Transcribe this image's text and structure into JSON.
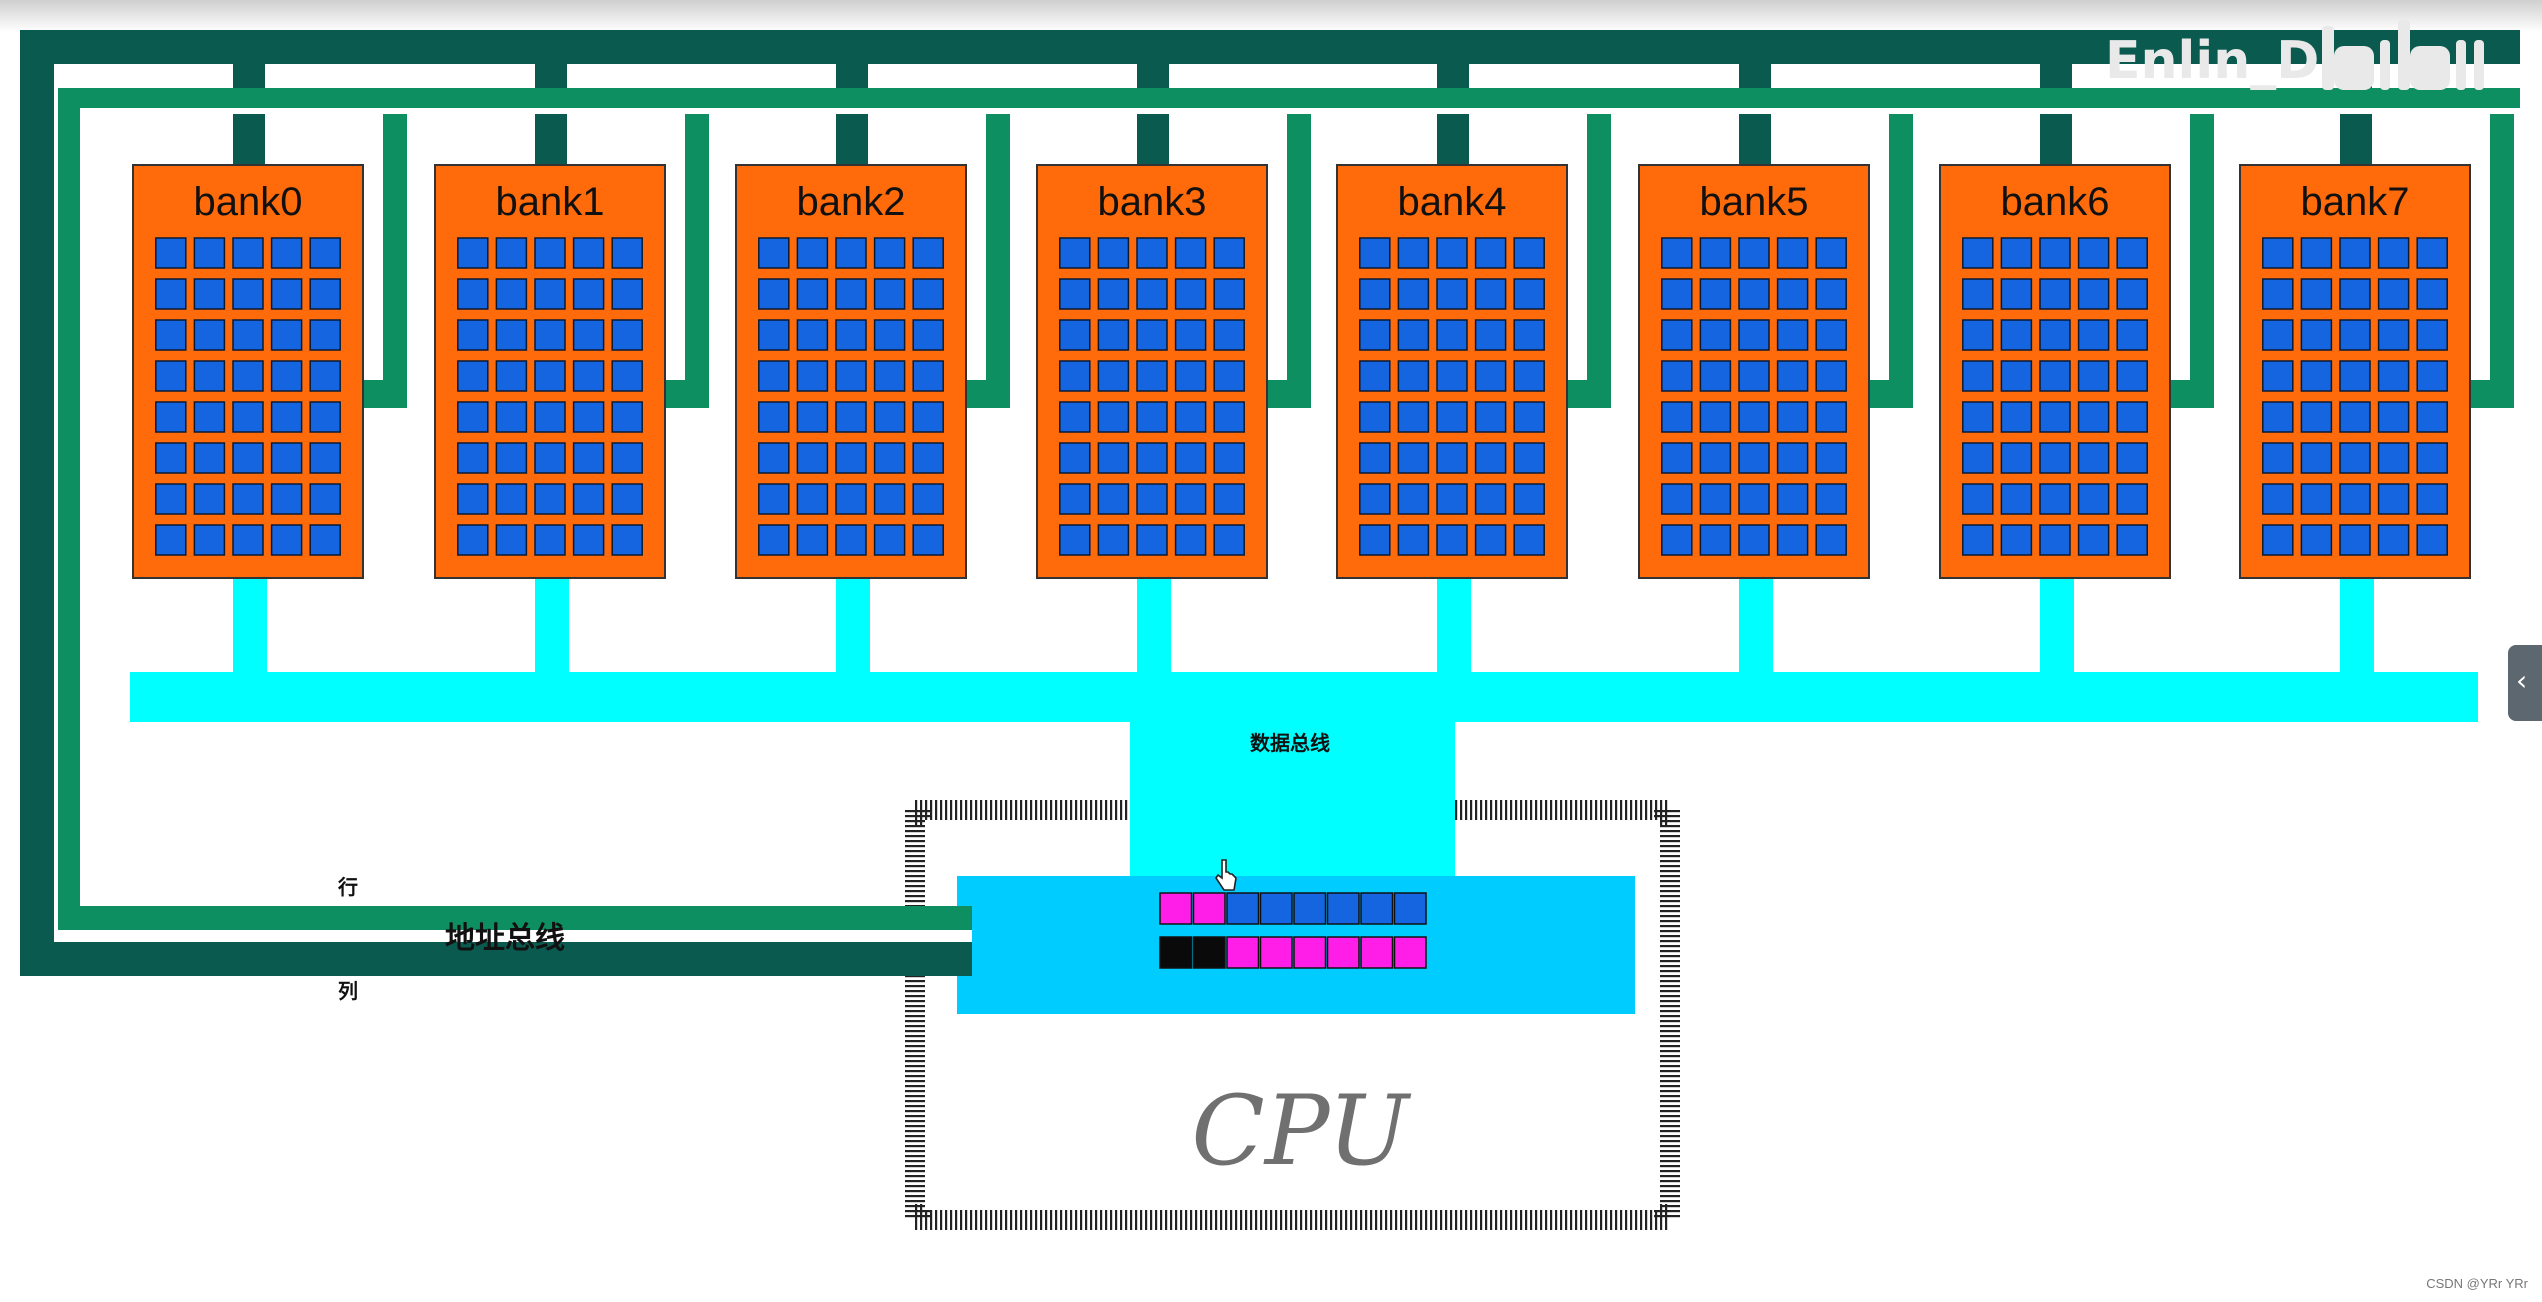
{
  "banks": [
    {
      "label": "bank0"
    },
    {
      "label": "bank1"
    },
    {
      "label": "bank2"
    },
    {
      "label": "bank3"
    },
    {
      "label": "bank4"
    },
    {
      "label": "bank5"
    },
    {
      "label": "bank6"
    },
    {
      "label": "bank7"
    }
  ],
  "bank_grid": {
    "rows": 8,
    "cols": 5
  },
  "labels": {
    "data_bus": "数据总线",
    "address_bus": "地址总线",
    "row": "行",
    "column": "列",
    "cpu": "CPU"
  },
  "register_row1": [
    "magenta",
    "magenta",
    "blue",
    "blue",
    "blue",
    "blue",
    "blue",
    "blue"
  ],
  "register_row2": [
    "black",
    "black",
    "magenta",
    "magenta",
    "magenta",
    "magenta",
    "magenta",
    "magenta"
  ],
  "watermark": "Enlin_D",
  "footer_text": "CSDN @YRr YRr",
  "colors": {
    "bank_fill": "#ff6a0a",
    "cell_fill": "#1565e0",
    "row_bus": "#0d8f62",
    "col_bus": "#0b5a50",
    "data_bus": "#00ffff",
    "cpu_register_panel": "#00ccff",
    "magenta": "#ff1ee8",
    "black": "#0a0a0a",
    "blue": "#1565e0"
  }
}
